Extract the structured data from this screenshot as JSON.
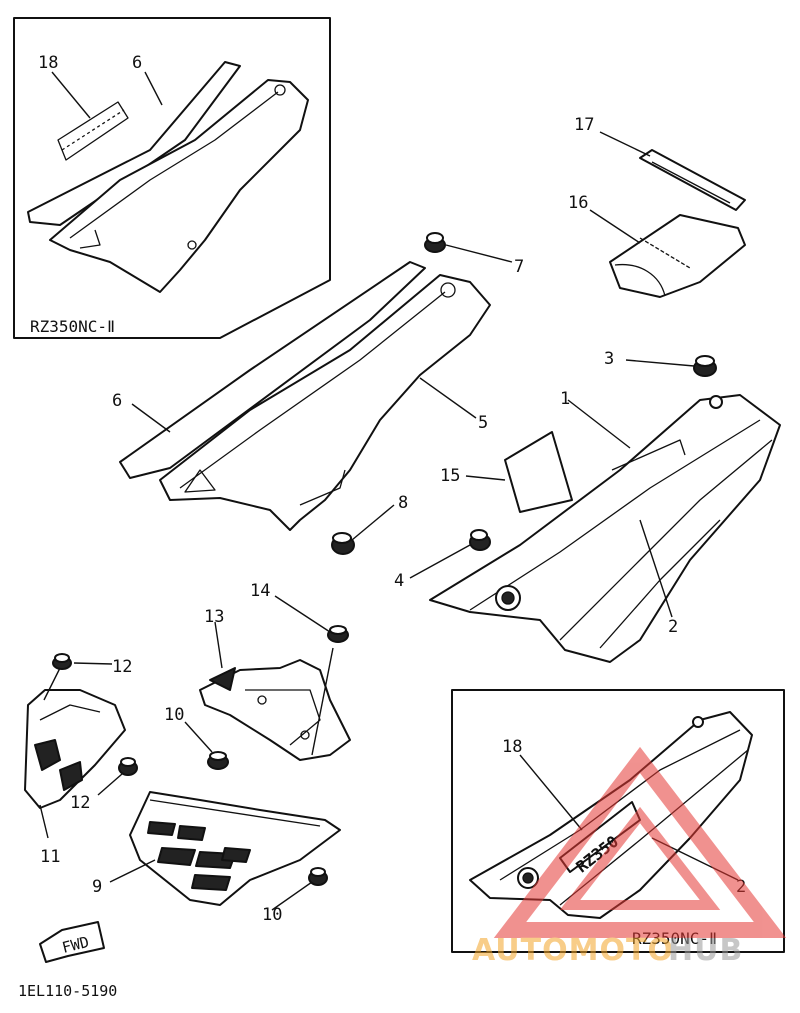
{
  "inset_top_left": {
    "model": "RZ350NC-Ⅱ"
  },
  "inset_bottom_right": {
    "model": "RZ350NC-Ⅱ",
    "decal_text": "RZ350"
  },
  "drawing_code": "1EL110-5190",
  "fwd_arrow": "FWD",
  "watermark": {
    "part1": "AUTOMOTO",
    "part2": "HUB",
    "color_primary": "#f4a62a",
    "color_secondary": "#9a9a9a",
    "logo_color": "#e53935"
  },
  "callouts": {
    "c18a": "18",
    "c6a": "6",
    "c17": "17",
    "c16": "16",
    "c7": "7",
    "c3": "3",
    "c6b": "6",
    "c5": "5",
    "c1": "1",
    "c15": "15",
    "c8": "8",
    "c4": "4",
    "c2a": "2",
    "c14": "14",
    "c13": "13",
    "c12a": "12",
    "c10a": "10",
    "c12b": "12",
    "c11": "11",
    "c9": "9",
    "c10b": "10",
    "c18b": "18",
    "c2b": "2"
  }
}
